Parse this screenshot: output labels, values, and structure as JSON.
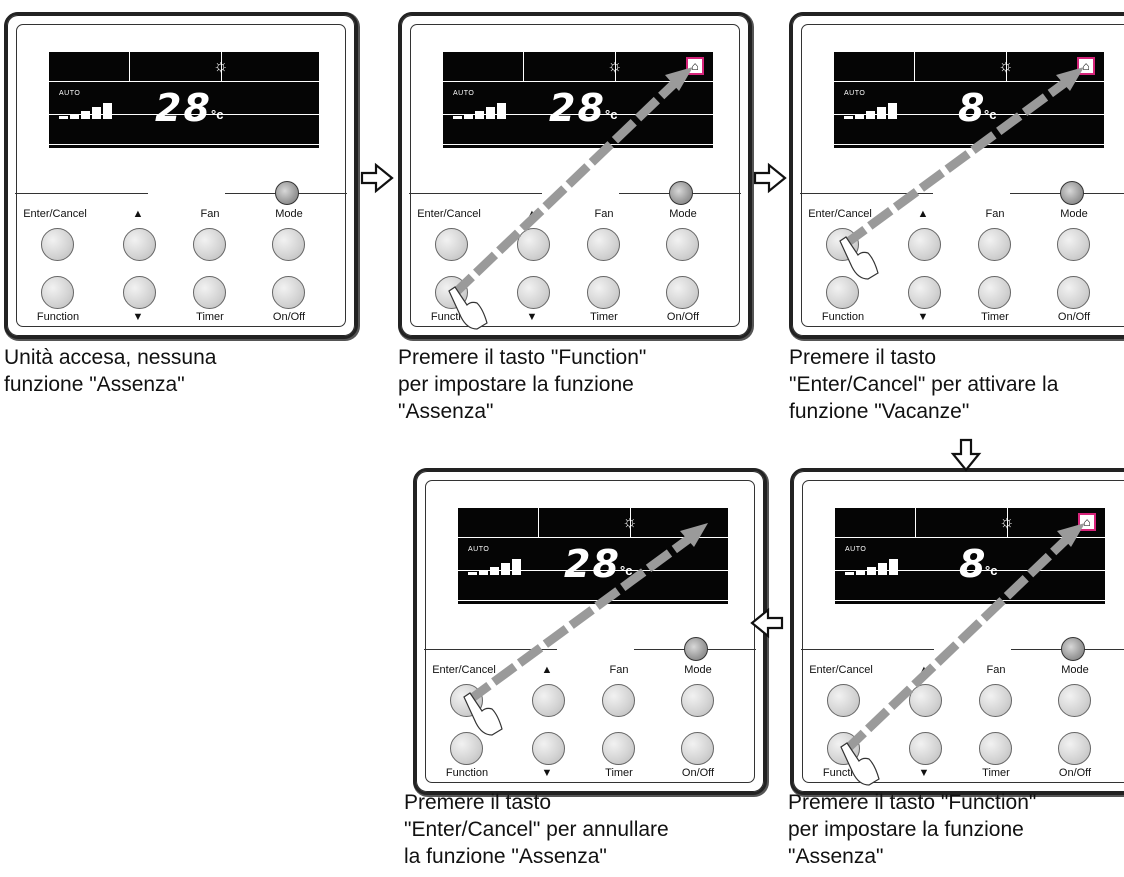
{
  "remote": {
    "labels": {
      "enter_cancel": "Enter/Cancel",
      "fan": "Fan",
      "mode": "Mode",
      "function": "Function",
      "timer": "Timer",
      "on_off": "On/Off",
      "up": "▲",
      "down": "▼",
      "auto": "AUTO"
    },
    "unit": "°c",
    "sun_icon": "☼",
    "house_icon": "⌂",
    "highlight_color": "#d6247a"
  },
  "steps": [
    {
      "temp": "28",
      "house": false,
      "pressed": "none",
      "caption": [
        "Unità accesa, nessuna",
        "funzione \"Assenza\""
      ]
    },
    {
      "temp": "28",
      "house": true,
      "pressed": "function",
      "caption": [
        "Premere il tasto \"Function\"",
        "per impostare la funzione",
        "\"Assenza\""
      ]
    },
    {
      "temp": "8",
      "house": true,
      "pressed": "enter",
      "caption": [
        "Premere il tasto",
        "\"Enter/Cancel\" per attivare la",
        "funzione \"Vacanze\""
      ]
    },
    {
      "temp": "28",
      "house": false,
      "pressed": "enter",
      "caption": [
        "Premere il tasto",
        "\"Enter/Cancel\" per annullare",
        "la funzione \"Assenza\""
      ]
    },
    {
      "temp": "8",
      "house": true,
      "pressed": "function",
      "caption": [
        "Premere il tasto \"Function\"",
        "per impostare la funzione",
        "\"Assenza\""
      ]
    }
  ]
}
